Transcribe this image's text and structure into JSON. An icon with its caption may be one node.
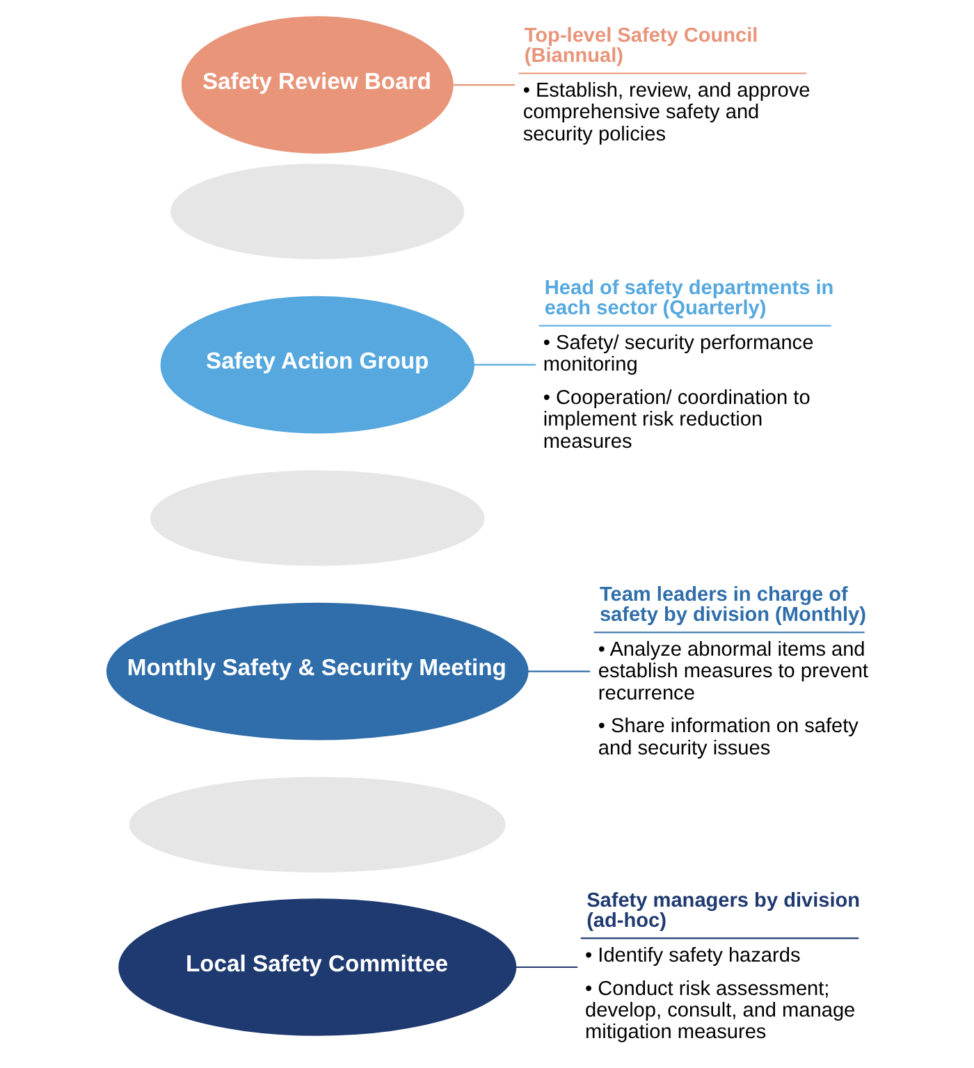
{
  "diagram": {
    "nodes": [
      {
        "text": [
          "Safety Review Board"
        ]
      },
      {
        "text": [
          "Top-level Safety Council (Biannual)",
          "• Establish, review, and approve comprehensive safety and security policies"
        ]
      },
      {
        "text": [],
        "shape": "ellipse"
      },
      {
        "text": [
          "Safety Action Group"
        ]
      },
      {
        "text": [
          "Head of safety departments in each sector (Quarterly)",
          "• Safety/ security performance monitoring",
          "• Cooperation/ coordination to implement risk reduction measures"
        ]
      },
      {
        "text": [],
        "shape": "ellipse"
      },
      {
        "text": [
          "Monthly Safety & Security Meeting"
        ]
      },
      {
        "text": [
          "Team leaders in charge of safety by division (Monthly)",
          "• Analyze abnormal items and establish measures to prevent recurrence",
          "• Share information on safety and security issues"
        ]
      },
      {
        "text": [],
        "shape": "ellipse"
      },
      {
        "text": [
          "Local Safety Committee"
        ]
      },
      {
        "text": [
          "Safety managers by division (ad-hoc)",
          "• Identify safety hazards",
          "• Conduct risk assessment; develop, consult, and manage mitigation measures"
        ]
      }
    ],
    "edges": [
      {
        "from": 0,
        "to": 1,
        "arrow": "none",
        "color": "#e8957a"
      },
      {
        "from": 3,
        "to": 4,
        "arrow": "none",
        "color": "#56a8df"
      },
      {
        "from": 6,
        "to": 7,
        "arrow": "none",
        "color": "#2f6eaa"
      },
      {
        "from": 9,
        "to": 10,
        "arrow": "none",
        "color": "#1f3a70"
      }
    ]
  }
}
